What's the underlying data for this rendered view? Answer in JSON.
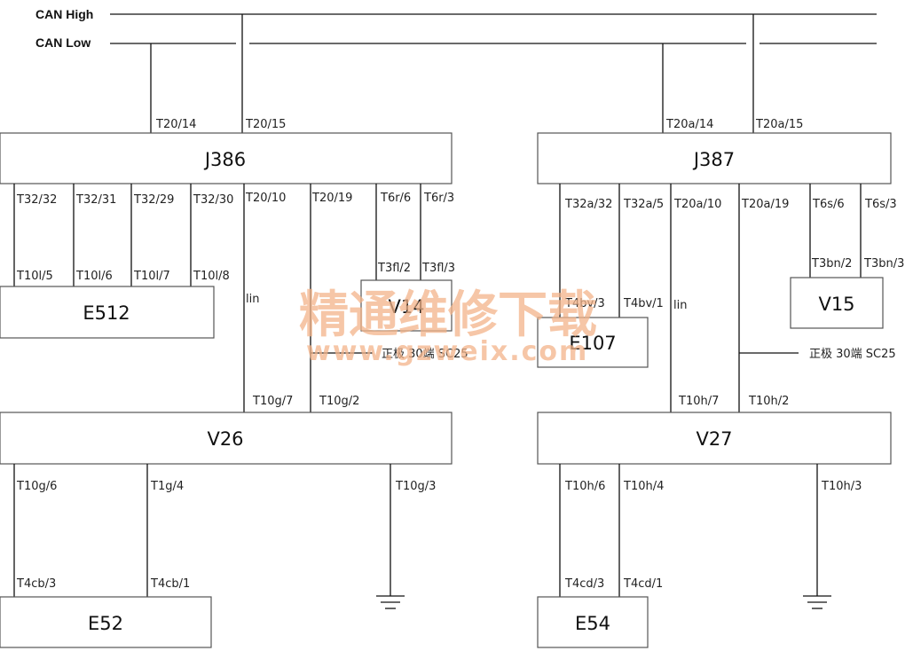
{
  "bus": {
    "can_high": "CAN  High",
    "can_low": "CAN  Low"
  },
  "modules": {
    "j386": "J386",
    "j387": "J387",
    "e512": "E512",
    "v14": "V14",
    "e107": "E107",
    "v15": "V15",
    "v26": "V26",
    "v27": "V27",
    "e52": "E52",
    "e54": "E54"
  },
  "pins": {
    "j386_can_low": "T20/14",
    "j386_can_high": "T20/15",
    "j387_can_low": "T20a/14",
    "j387_can_high": "T20a/15",
    "j386_e512": [
      "T32/32",
      "T32/31",
      "T32/29",
      "T32/30"
    ],
    "e512_pins": [
      "T10l/5",
      "T10l/6",
      "T10l/7",
      "T10l/8"
    ],
    "j386_v26_lin": "T20/10",
    "j386_v26_b": "T20/19",
    "j386_v14": [
      "T6r/6",
      "T6r/3"
    ],
    "v14_pins": [
      "T3fl/2",
      "T3fl/3"
    ],
    "v26_lin": "T10g/7",
    "v26_b": "T10g/2",
    "j387_e107": [
      "T32a/32",
      "T32a/5"
    ],
    "e107_pins": [
      "T4bv/3",
      "T4bv/1"
    ],
    "j387_v27_lin": "T20a/10",
    "j387_v27_b": "T20a/19",
    "j387_v15": [
      "T6s/6",
      "T6s/3"
    ],
    "v15_pins": [
      "T3bn/2",
      "T3bn/3"
    ],
    "v27_lin": "T10h/7",
    "v27_b": "T10h/2",
    "v26_e52": [
      "T10g/6",
      "T1g/4"
    ],
    "v26_gnd": "T10g/3",
    "e52_pins": [
      "T4cb/3",
      "T4cb/1"
    ],
    "v27_e54": [
      "T10h/6",
      "T10h/4"
    ],
    "v27_gnd": "T10h/3",
    "e54_pins": [
      "T4cd/3",
      "T4cd/1"
    ]
  },
  "wire_labels": {
    "lin": "lin",
    "supply": "正极 30端 SC25"
  },
  "watermark": {
    "text": "精通维修下载",
    "url": "www.gzweix.com"
  }
}
